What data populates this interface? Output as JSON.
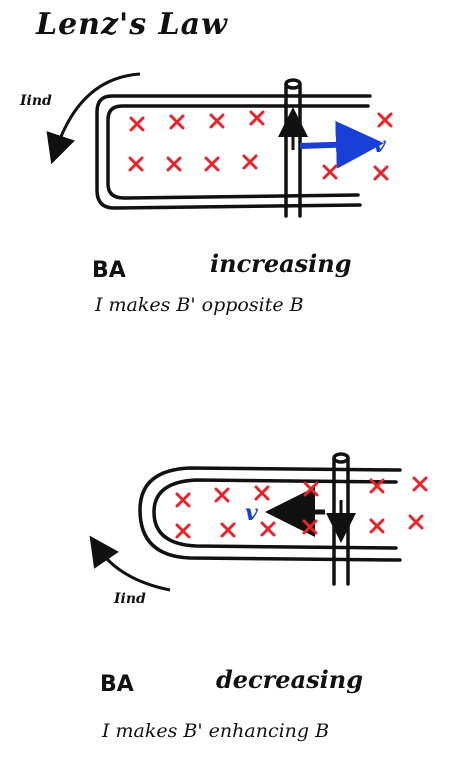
{
  "title": "Lenz's Law",
  "top_panel": {
    "current_label": "Iind",
    "velocity_label": "v",
    "flux_label": "BA",
    "state_label": "increasing",
    "rule_label": "I makes B' opposite B",
    "colors": {
      "field_x": "#e8232a",
      "velocity": "#1a3fd6",
      "ink": "#111111"
    }
  },
  "bottom_panel": {
    "current_label": "Iind",
    "velocity_label": "v",
    "flux_label": "BA",
    "state_label": "decreasing",
    "rule_label": "I makes B' enhancing B",
    "colors": {
      "field_x": "#e8232a",
      "velocity": "#1a3fd6",
      "ink": "#111111"
    }
  }
}
